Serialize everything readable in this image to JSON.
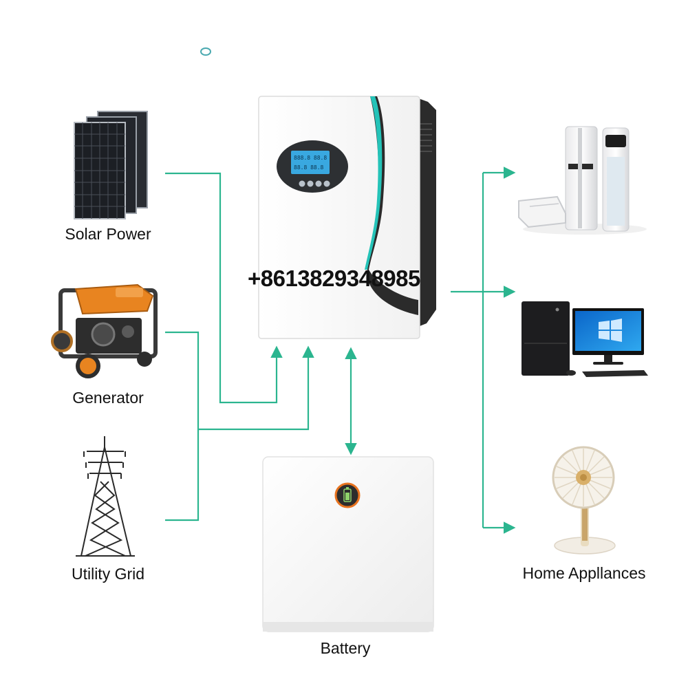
{
  "colors": {
    "connector": "#2bb58f",
    "inverter_accent": "#24c3b8",
    "inverter_dark": "#2b2b2b",
    "lcd": "#39a8e0",
    "battery_indicator": "#e8731f"
  },
  "sources": [
    {
      "id": "solar",
      "label": "Solar Power",
      "icon": "solar-panel-icon"
    },
    {
      "id": "generator",
      "label": "Generator",
      "icon": "generator-icon"
    },
    {
      "id": "grid",
      "label": "Utility Grid",
      "icon": "transmission-tower-icon"
    }
  ],
  "hub": {
    "icon": "inverter-icon",
    "phone": "+8613829348985"
  },
  "storage": {
    "label": "Battery",
    "icon": "battery-icon"
  },
  "loads": {
    "label": "Home Appllances",
    "items": [
      {
        "id": "ac",
        "icon": "air-conditioner-icon"
      },
      {
        "id": "pc",
        "icon": "desktop-computer-icon"
      },
      {
        "id": "fan",
        "icon": "desk-fan-icon"
      }
    ]
  }
}
